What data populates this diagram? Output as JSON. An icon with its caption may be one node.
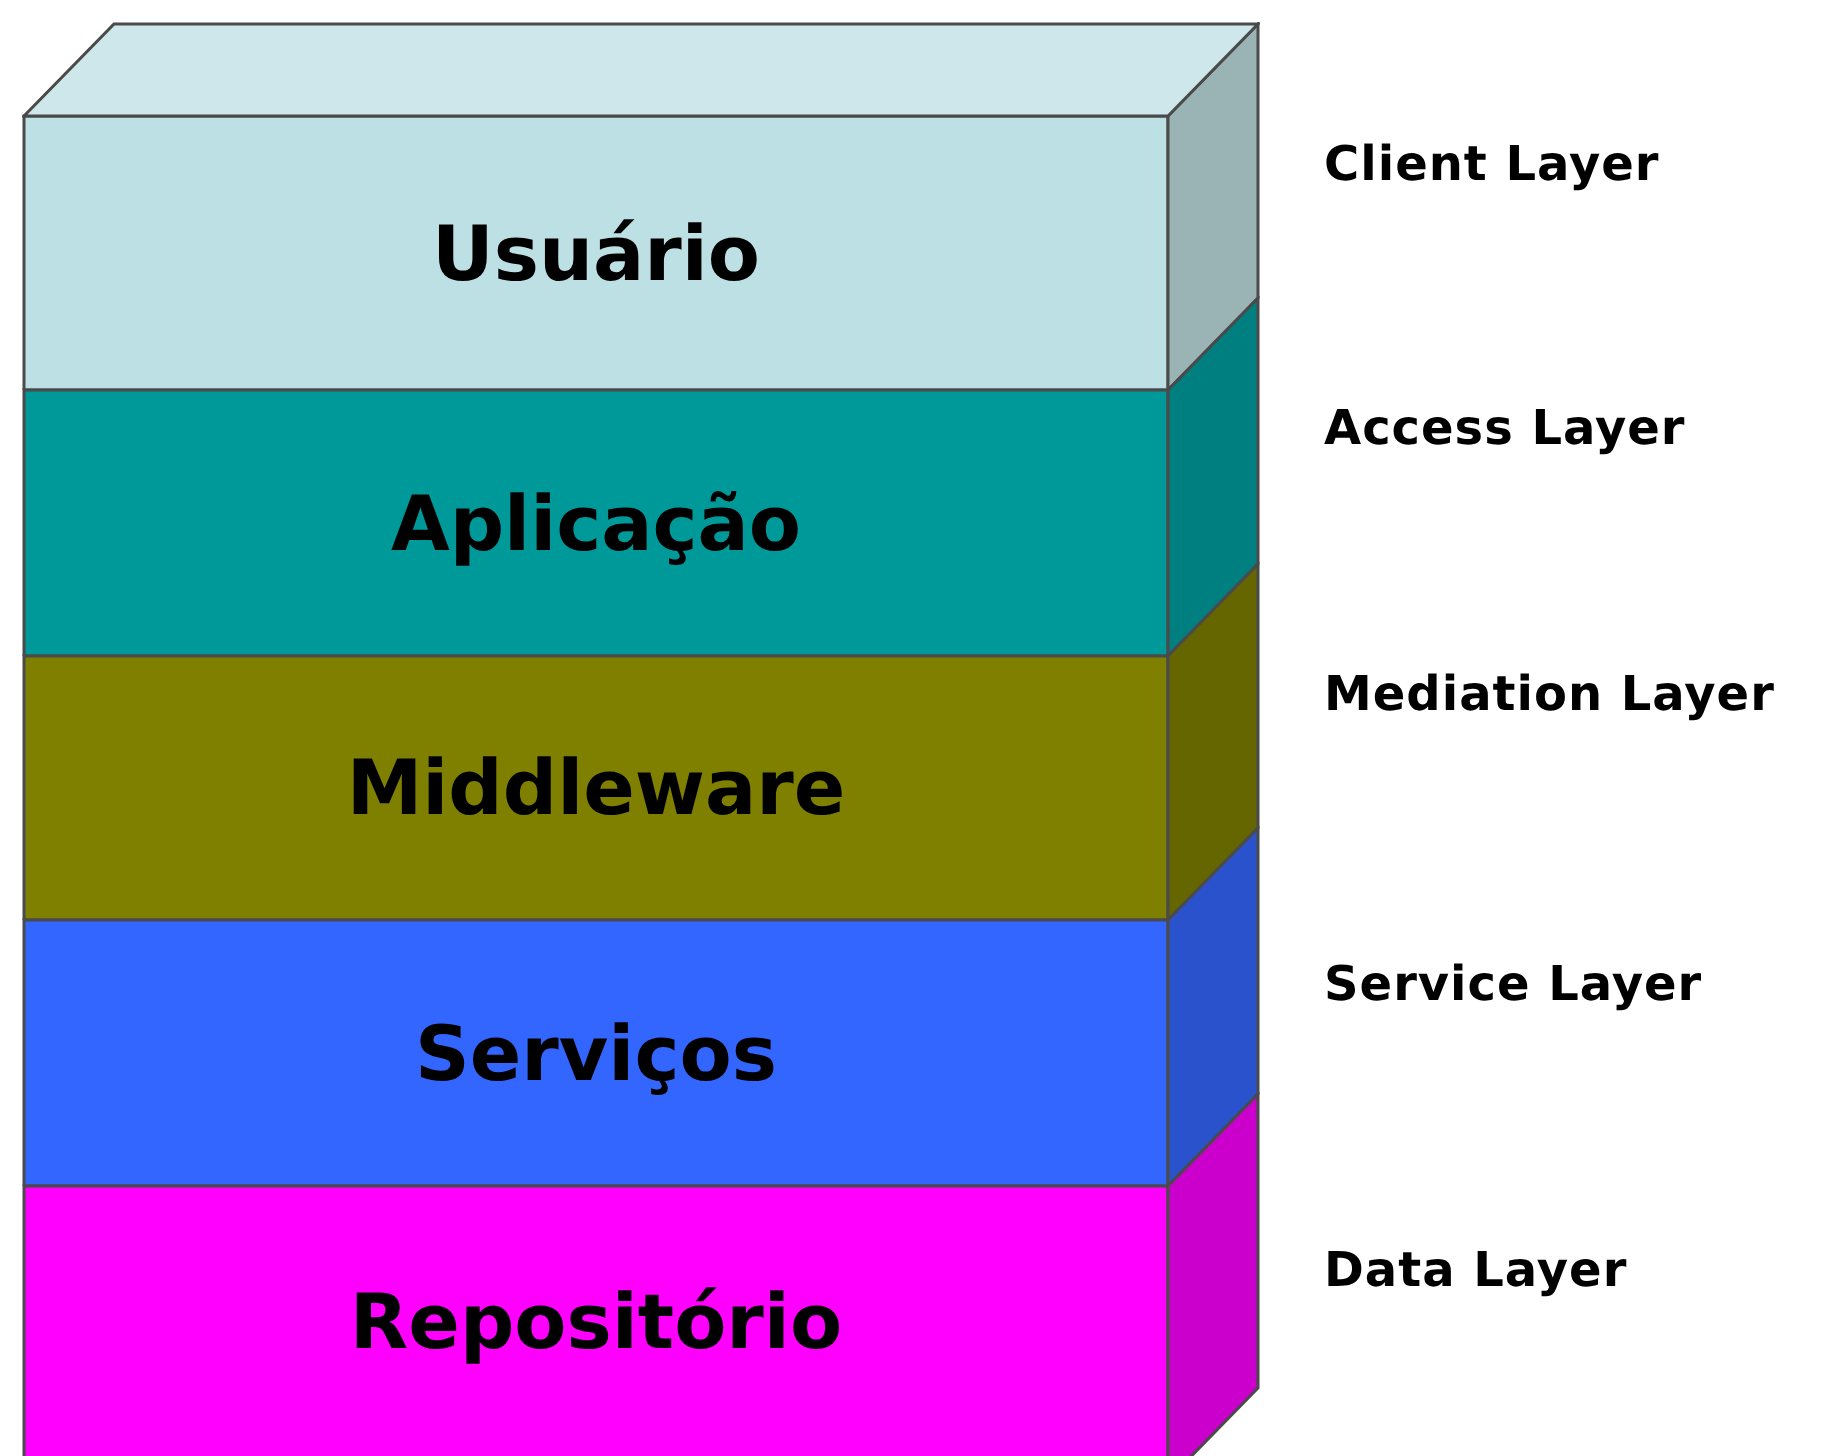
{
  "diagram": {
    "nodes": [
      {
        "text": [
          "Usuário"
        ],
        "beside": [
          "Client Layer"
        ]
      },
      {
        "text": [
          "Aplicação"
        ],
        "beside": [
          "Access Layer"
        ]
      },
      {
        "text": [
          "Middleware"
        ],
        "beside": [
          "Mediation Layer"
        ]
      },
      {
        "text": [
          "Serviços"
        ],
        "beside": [
          "Service Layer"
        ]
      },
      {
        "text": [
          "Repositório"
        ],
        "beside": [
          "Data Layer"
        ]
      }
    ]
  }
}
